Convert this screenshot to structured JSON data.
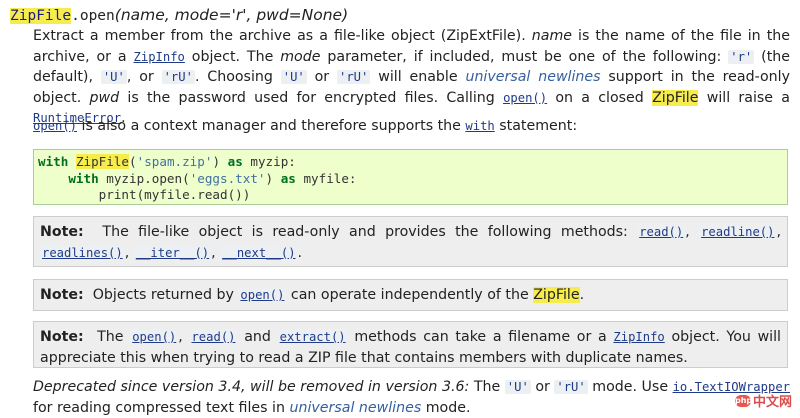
{
  "signature": {
    "class_name": "ZipFile",
    "dot": ".",
    "method": "open",
    "params": "(name, mode='r', pwd=None)"
  },
  "description": {
    "t1": "Extract a member from the archive as a file-like object (ZipExtFile). ",
    "name_param": "name",
    "t2": " is the name of the file in the archive, or a ",
    "zipinfo": "ZipInfo",
    "t3": " object. The ",
    "mode_param": "mode",
    "t4": " parameter, if included, must be one of the following: ",
    "r": "'r'",
    "t5": " (the default), ",
    "U": "'U'",
    "t6": ", or ",
    "rU": "'rU'",
    "t7": ". Choosing ",
    "U2": "'U'",
    "t8": " or ",
    "rU2": "'rU'",
    "t9": " will enable ",
    "universal_newlines": "universal newlines",
    "t10": " support in the read-only object. ",
    "pwd_param": "pwd",
    "t11": " is the password used for encrypted files. Calling ",
    "open_link": "open()",
    "t12": " on a closed ",
    "zipfile": "ZipFile",
    "t13": " will raise a ",
    "runtime_error": "RuntimeError",
    "t14": "."
  },
  "context_manager": {
    "open_link": "open()",
    "t1": " is also a context manager and therefore supports the ",
    "with_kw": "with",
    "t2": " statement:"
  },
  "code_example": {
    "l1_with": "with",
    "l1_zipfile": "ZipFile",
    "l1_str": "'spam.zip'",
    "l1_as": "as",
    "l1_var": " myzip:",
    "l2_with": "with",
    "l2_mid": " myzip.open(",
    "l2_str": "'eggs.txt'",
    "l2_as": "as",
    "l2_var": " myfile:",
    "l3": "print(myfile.read())"
  },
  "notes": [
    {
      "label": "Note:",
      "t1": "The file-like object is read-only and provides the following methods: ",
      "m1": "read()",
      "m2": "readline()",
      "m3": "readlines()",
      "m4": "__iter__()",
      "m5": "__next__()",
      "sep": ", ",
      "end": "."
    },
    {
      "label": "Note:",
      "t1": "Objects returned by ",
      "open_link": "open()",
      "t2": " can operate independently of the ",
      "zipfile": "ZipFile",
      "end": "."
    },
    {
      "label": "Note:",
      "t1": "The ",
      "m1": "open()",
      "sep1": ", ",
      "m2": "read()",
      "and": " and ",
      "m3": "extract()",
      "t2": " methods can take a filename or a ",
      "zipinfo": "ZipInfo",
      "t3": " object. You will appreciate this when trying to read a ZIP file that contains members with duplicate names."
    }
  ],
  "deprecated": {
    "t1": "Deprecated since version 3.4, will be removed in version 3.6:",
    "t2": " The ",
    "U": "'U'",
    "or": " or ",
    "rU": "'rU'",
    "t3": " mode. Use ",
    "textiowrapper": "io.TextIOWrapper",
    "t4": " for reading compressed text files in ",
    "universal_newlines": "universal newlines",
    "t5": " mode."
  },
  "watermark": {
    "logo": "php",
    "text": "中文网"
  },
  "colors": {
    "highlight": "#f6ec4e",
    "code_block_bg": "#eeffcc",
    "note_bg": "#eeeeee",
    "link": "#355f9e"
  }
}
